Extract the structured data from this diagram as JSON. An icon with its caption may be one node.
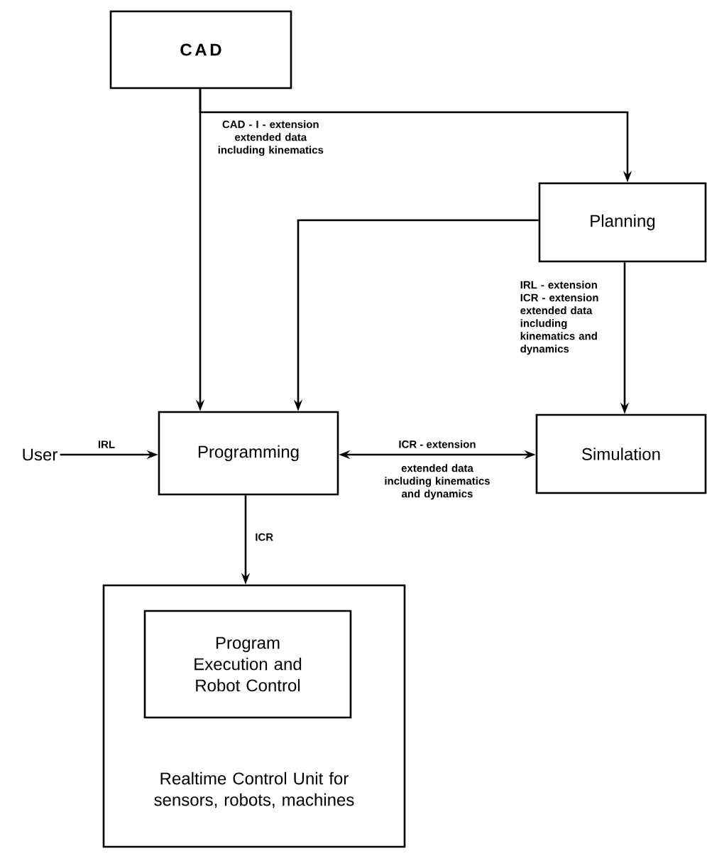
{
  "diagram": {
    "nodes": [
      {
        "text": [
          "CAD"
        ]
      },
      {
        "text": [
          "Planning"
        ]
      },
      {
        "text": [
          "User"
        ]
      },
      {
        "text": [
          "Programming"
        ]
      },
      {
        "text": [
          "Simulation"
        ]
      },
      {
        "text": [
          "Realtime Control Unit for sensors, robots, machines"
        ]
      },
      {
        "text": [
          "Program Execution and Robot Control"
        ],
        "in": 5
      }
    ],
    "edges": [
      {
        "from": 0,
        "to": 3,
        "arrow": "to"
      },
      {
        "from": 0,
        "to": 1,
        "arrow": "to",
        "label": "CAD - I - extension extended data including kinematics"
      },
      {
        "from": 1,
        "to": 3,
        "arrow": "to"
      },
      {
        "from": 1,
        "to": 4,
        "arrow": "to",
        "label": "IRL - extension ICR - extension extended data including kinematics and dynamics"
      },
      {
        "from": 2,
        "to": 3,
        "arrow": "to",
        "label": "IRL"
      },
      {
        "from": 3,
        "to": 4,
        "arrow": "both",
        "label": "ICR - extension"
      },
      {
        "from": 3,
        "to": 5,
        "arrow": "to",
        "label": "ICR"
      }
    ],
    "labels": [
      "extended data including kinematics and dynamics"
    ]
  }
}
